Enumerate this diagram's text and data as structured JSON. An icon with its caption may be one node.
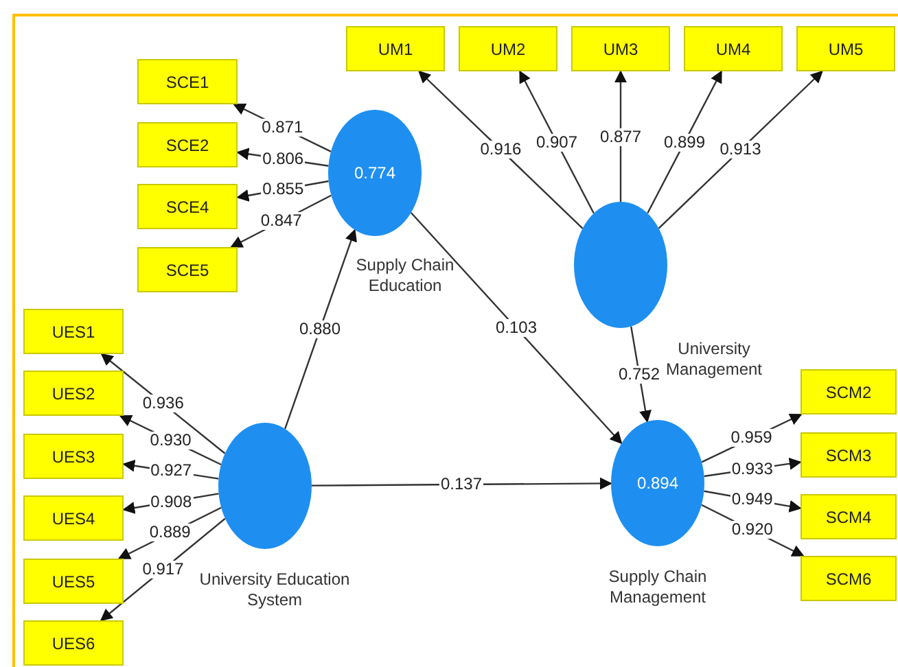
{
  "diagram": {
    "nodes": [
      {
        "text": [
          "UM1"
        ]
      },
      {
        "text": [
          "UM2"
        ]
      },
      {
        "text": [
          "UM3"
        ]
      },
      {
        "text": [
          "UM4"
        ]
      },
      {
        "text": [
          "UM5"
        ]
      },
      {
        "text": [
          "SCE1"
        ]
      },
      {
        "text": [
          "SCE2"
        ]
      },
      {
        "text": [
          "SCE4"
        ]
      },
      {
        "text": [
          "SCE5"
        ]
      },
      {
        "text": [
          "0.774"
        ],
        "beside": [
          "Supply Chain Education"
        ]
      },
      {
        "text": [],
        "shape": "circle",
        "beside": [
          "University Management"
        ]
      },
      {
        "text": [
          "UES1"
        ]
      },
      {
        "text": [
          "UES2"
        ]
      },
      {
        "text": [
          "UES3"
        ]
      },
      {
        "text": [
          "UES4"
        ]
      },
      {
        "text": [
          "UES5"
        ]
      },
      {
        "text": [
          "UES6"
        ]
      },
      {
        "text": [],
        "shape": "circle",
        "beside": [
          "University Education System"
        ]
      },
      {
        "text": [
          "0.894"
        ],
        "beside": [
          "Supply Chain Management"
        ]
      },
      {
        "text": [
          "SCM2"
        ]
      },
      {
        "text": [
          "SCM3"
        ]
      },
      {
        "text": [
          "SCM4"
        ]
      },
      {
        "text": [
          "SCM6"
        ]
      }
    ],
    "edges": [
      {
        "from": 10,
        "to": 0,
        "arrow": "to",
        "label": "0.916"
      },
      {
        "from": 10,
        "to": 1,
        "arrow": "to",
        "label": "0.907"
      },
      {
        "from": 10,
        "to": 2,
        "arrow": "to",
        "label": "0.877"
      },
      {
        "from": 10,
        "to": 3,
        "arrow": "to",
        "label": "0.899"
      },
      {
        "from": 10,
        "to": 4,
        "arrow": "to",
        "label": "0.913"
      },
      {
        "from": 9,
        "to": 5,
        "arrow": "to",
        "label": "0.871"
      },
      {
        "from": 9,
        "to": 6,
        "arrow": "to",
        "label": "0.806"
      },
      {
        "from": 9,
        "to": 7,
        "arrow": "to",
        "label": "0.855"
      },
      {
        "from": 9,
        "to": 8,
        "arrow": "to",
        "label": "0.847"
      },
      {
        "from": 17,
        "to": 11,
        "arrow": "to",
        "label": "0.936"
      },
      {
        "from": 17,
        "to": 12,
        "arrow": "to",
        "label": "0.930"
      },
      {
        "from": 17,
        "to": 13,
        "arrow": "to",
        "label": "0.927"
      },
      {
        "from": 17,
        "to": 14,
        "arrow": "to",
        "label": "0.908"
      },
      {
        "from": 17,
        "to": 15,
        "arrow": "to",
        "label": "0.889"
      },
      {
        "from": 17,
        "to": 16,
        "arrow": "to",
        "label": "0.917"
      },
      {
        "from": 17,
        "to": 9,
        "arrow": "to",
        "label": "0.880"
      },
      {
        "from": 9,
        "to": 18,
        "arrow": "to",
        "label": "0.103"
      },
      {
        "from": 17,
        "to": 18,
        "arrow": "to",
        "label": "0.137"
      },
      {
        "from": 10,
        "to": 18,
        "arrow": "to",
        "label": "0.752"
      },
      {
        "from": 18,
        "to": 19,
        "arrow": "to",
        "label": "0.959"
      },
      {
        "from": 18,
        "to": 20,
        "arrow": "to",
        "label": "0.933"
      },
      {
        "from": 18,
        "to": 21,
        "arrow": "to",
        "label": "0.949"
      },
      {
        "from": 18,
        "to": 22,
        "arrow": "to",
        "label": "0.920"
      }
    ]
  }
}
